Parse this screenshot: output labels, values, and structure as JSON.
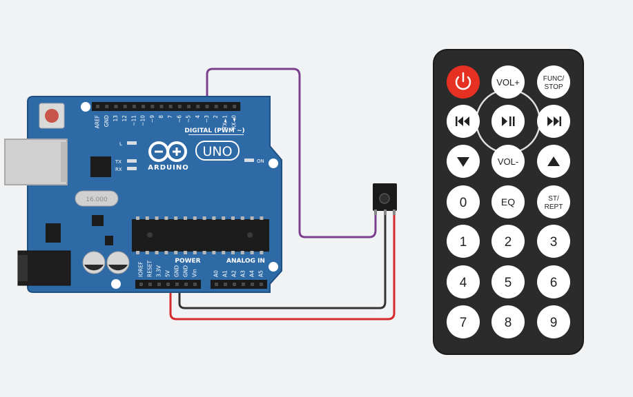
{
  "board": {
    "brand": "ARDUINO",
    "model": "UNO",
    "digital_header_label": "DIGITAL (PWM ~)",
    "power_header_label": "POWER",
    "analog_header_label": "ANALOG IN",
    "led_labels": {
      "l": "L",
      "tx": "TX",
      "rx": "RX",
      "on": "ON"
    },
    "crystal_label": "16.000",
    "digital_pins": [
      "AREF",
      "GND",
      "13",
      "12",
      "~11",
      "~10",
      "~9",
      "8",
      "7",
      "~6",
      "~5",
      "4",
      "~3",
      "2",
      "TX►1",
      "RX◄0"
    ],
    "power_pins": [
      "IOREF",
      "RESET",
      "3.3V",
      "5V",
      "GND",
      "GND",
      "Vin"
    ],
    "analog_pins": [
      "A0",
      "A1",
      "A2",
      "A3",
      "A4",
      "A5"
    ]
  },
  "remote": {
    "keys": {
      "power": "",
      "vol_up": "VOL+",
      "func_stop_1": "FUNC/",
      "func_stop_2": "STOP",
      "prev": "",
      "play_pause": "",
      "next": "",
      "down": "",
      "vol_down": "VOL-",
      "up": "",
      "zero": "0",
      "eq": "EQ",
      "st_rept_1": "ST/",
      "st_rept_2": "REPT",
      "one": "1",
      "two": "2",
      "three": "3",
      "four": "4",
      "five": "5",
      "six": "6",
      "seven": "7",
      "eight": "8",
      "nine": "9"
    }
  },
  "colors": {
    "board": "#2e6aa6",
    "board_edge": "#1f4f82",
    "wire_signal": "#7b3f8f",
    "wire_ground": "#333333",
    "wire_power": "#d62b2b",
    "remote_body": "#2b2b2b",
    "power_key": "#e63022"
  }
}
